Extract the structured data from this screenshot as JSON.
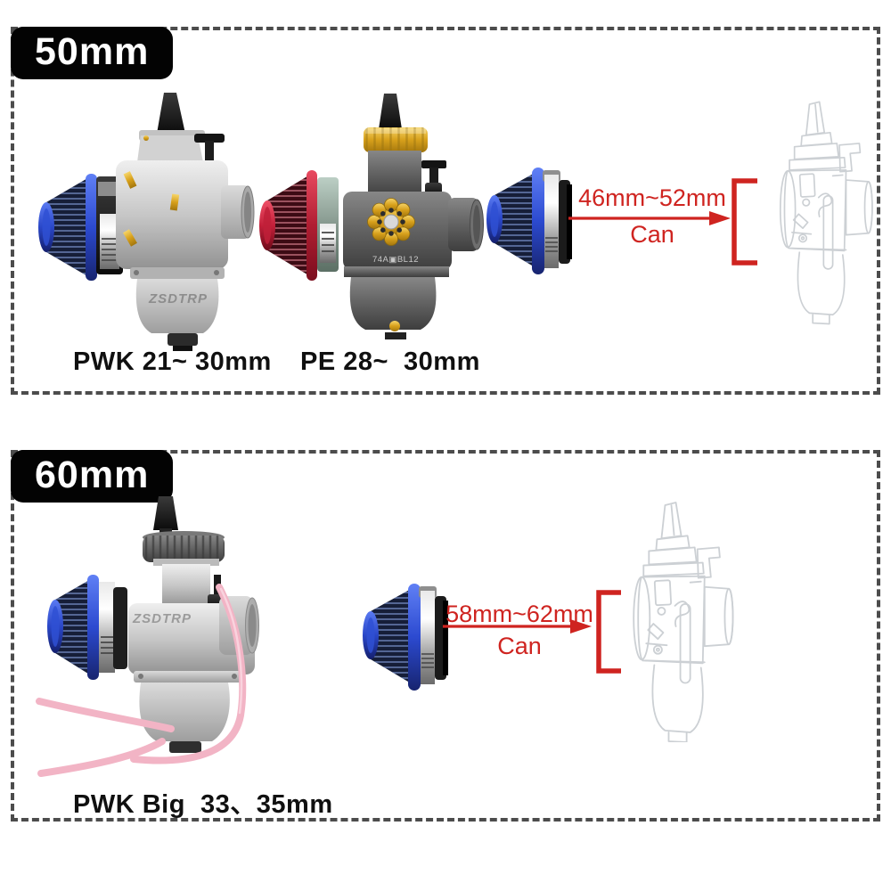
{
  "title": "Carburetor air filter fitment size guide",
  "accent": {
    "annotation_red": "#cf2420",
    "pill_bg": "#030303",
    "pill_text": "#ffffff",
    "dashed_border": "#4c4c4c",
    "filter_blue": "#2a47c8",
    "filter_red": "#b01e32",
    "gold": "#d7a01b",
    "hose_pink": "#f2b4c5"
  },
  "sections": [
    {
      "size_label": "50mm",
      "annotation": {
        "range": "46mm~52mm",
        "fit": "Can"
      },
      "products": [
        {
          "label": "PWK 21~ 30mm"
        },
        {
          "label": "PE 28~  30mm"
        }
      ]
    },
    {
      "size_label": "60mm",
      "annotation": {
        "range": "58mm~62mm",
        "fit": "Can"
      },
      "products": [
        {
          "label": "PWK Big  33、35mm"
        }
      ]
    }
  ],
  "engravings": {
    "brand": "ZSDTRP",
    "pe_code": "74A▣BL12"
  }
}
